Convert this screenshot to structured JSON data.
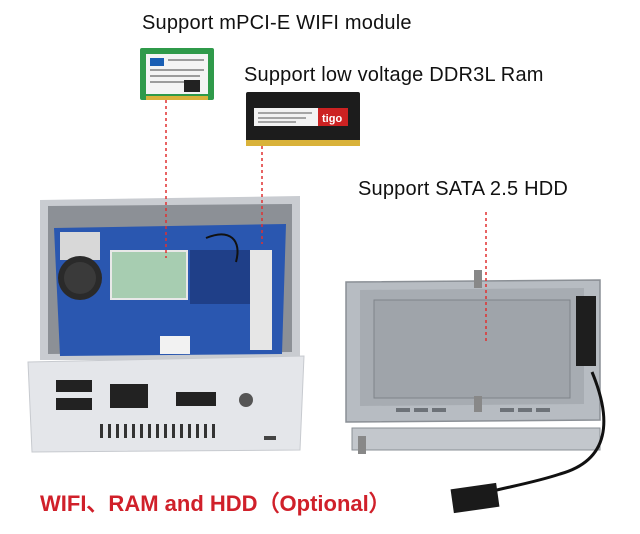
{
  "labels": {
    "wifi": "Support mPCI-E WIFI module",
    "ram": "Support low voltage DDR3L Ram",
    "hdd": "Support SATA 2.5 HDD"
  },
  "caption": "WIFI、RAM and HDD（Optional）",
  "ram_stick": {
    "brand": "tigo"
  },
  "colors": {
    "leader_line": "#e03030",
    "caption": "#d0202a",
    "pcb": "#2a57b0",
    "chassis": "#e4e6ea",
    "bracket": "#b7bcc2",
    "ram_pcb": "#1c1c1c",
    "ram_sticker": "#cc2222"
  }
}
